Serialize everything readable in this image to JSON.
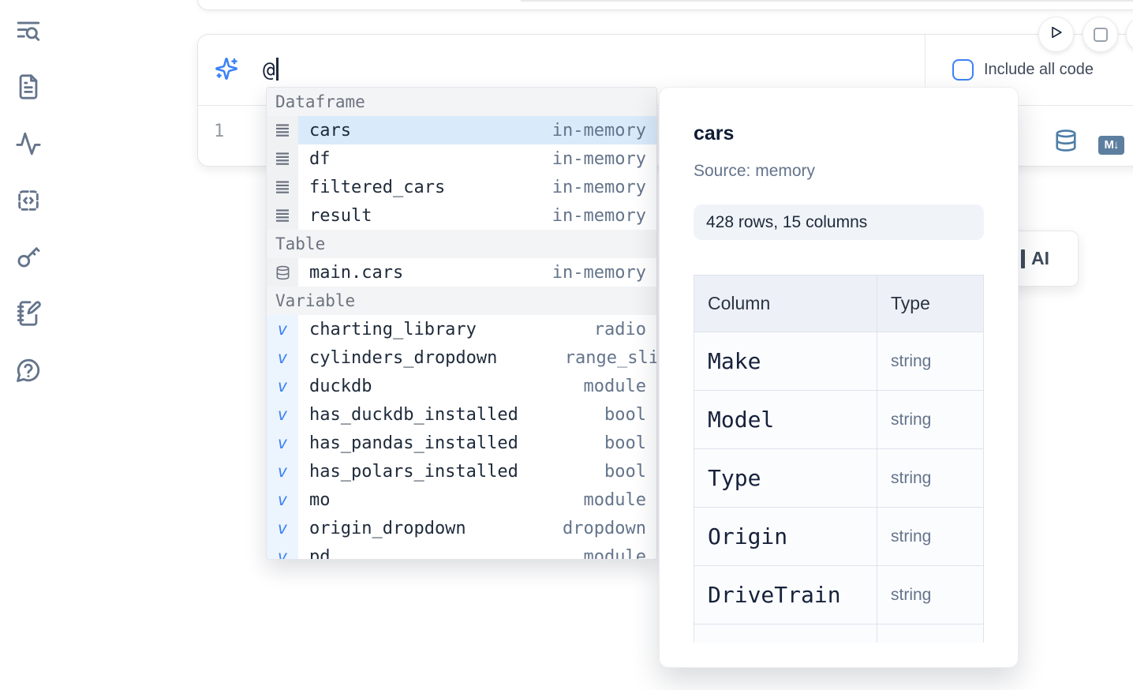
{
  "sidebar": {
    "items": [
      {
        "id": "table-of-contents",
        "icon": "list-search-icon"
      },
      {
        "id": "documentation",
        "icon": "file-text-icon"
      },
      {
        "id": "tracing",
        "icon": "activity-icon"
      },
      {
        "id": "snippets",
        "icon": "code-square-icon"
      },
      {
        "id": "secrets",
        "icon": "key-icon"
      },
      {
        "id": "scratchpad",
        "icon": "notebook-pen-icon"
      },
      {
        "id": "help",
        "icon": "help-bubble-icon"
      }
    ]
  },
  "toolbar": {
    "buttons": [
      {
        "id": "run-all",
        "icon": "play-icon"
      },
      {
        "id": "stop",
        "icon": "stop-icon"
      },
      {
        "id": "partial",
        "icon": "partial-circle"
      }
    ]
  },
  "cell": {
    "ai_prompt": {
      "icon": "sparkles-icon",
      "value": "@",
      "include_all_code_label": "Include all code",
      "checkbox_checked": false
    },
    "editor": {
      "line_number": "1",
      "markdown_badge_label": "M↓",
      "actions": [
        {
          "id": "datasource",
          "icon": "database-icon"
        },
        {
          "id": "convert-markdown",
          "icon": "markdown-icon"
        }
      ]
    }
  },
  "autocomplete": {
    "sections": [
      {
        "label": "Dataframe",
        "item_icon": "dataframe-rows-icon",
        "icon_bg": "gray",
        "items": [
          {
            "name": "cars",
            "type": "in-memory",
            "selected": true
          },
          {
            "name": "df",
            "type": "in-memory"
          },
          {
            "name": "filtered_cars",
            "type": "in-memory"
          },
          {
            "name": "result",
            "type": "in-memory"
          }
        ]
      },
      {
        "label": "Table",
        "item_icon": "database-icon",
        "icon_bg": "gray",
        "items": [
          {
            "name": "main.cars",
            "type": "in-memory"
          }
        ]
      },
      {
        "label": "Variable",
        "item_icon": "variable-icon",
        "icon_bg": "blue",
        "items": [
          {
            "name": "charting_library",
            "type": "radio"
          },
          {
            "name": "cylinders_dropdown",
            "type": "range_sli",
            "type_clipped": true
          },
          {
            "name": "duckdb",
            "type": "module"
          },
          {
            "name": "has_duckdb_installed",
            "type": "bool"
          },
          {
            "name": "has_pandas_installed",
            "type": "bool"
          },
          {
            "name": "has_polars_installed",
            "type": "bool"
          },
          {
            "name": "mo",
            "type": "module"
          },
          {
            "name": "origin_dropdown",
            "type": "dropdown"
          },
          {
            "name": "pd",
            "type": "module",
            "partial": true
          }
        ]
      }
    ]
  },
  "preview_panel": {
    "title": "cars",
    "source_label": "Source: memory",
    "shape_summary": "428 rows, 15 columns",
    "table": {
      "headers": [
        "Column",
        "Type"
      ],
      "rows": [
        {
          "column": "Make",
          "type": "string"
        },
        {
          "column": "Model",
          "type": "string"
        },
        {
          "column": "Type",
          "type": "string"
        },
        {
          "column": "Origin",
          "type": "string"
        },
        {
          "column": "DriveTrain",
          "type": "string"
        },
        {
          "column": "",
          "type": "",
          "partial": true
        }
      ]
    }
  },
  "ai_card": {
    "visible_label": "AI"
  },
  "colors": {
    "accent_blue": "#3b82f6",
    "steel_blue": "#4d7ea8",
    "badge_blue": "#5d7e9f",
    "selected_row": "#d9eafb",
    "text_dark": "#1e293b",
    "text_muted": "#64748b"
  }
}
